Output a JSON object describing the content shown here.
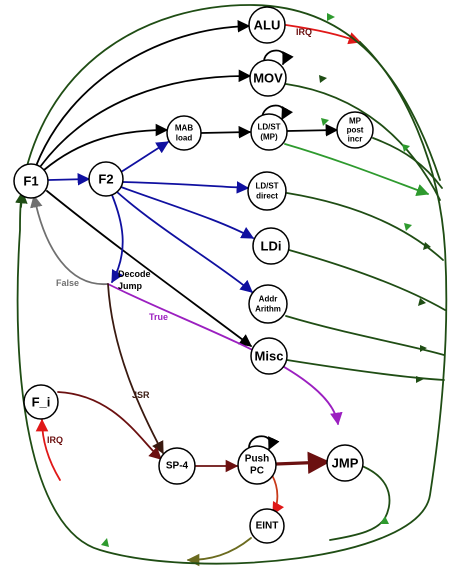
{
  "nodes": [
    {
      "id": "F1",
      "lines": [
        "F1"
      ],
      "size": "large"
    },
    {
      "id": "F2",
      "lines": [
        "F2"
      ],
      "size": "large"
    },
    {
      "id": "ALU",
      "lines": [
        "ALU"
      ],
      "size": "large"
    },
    {
      "id": "MOV",
      "lines": [
        "MOV"
      ],
      "size": "large"
    },
    {
      "id": "MAB",
      "lines": [
        "MAB",
        "load"
      ],
      "size": "small"
    },
    {
      "id": "LDST_MP",
      "lines": [
        "LD/ST",
        "(MP)"
      ],
      "size": "small"
    },
    {
      "id": "MP_POST",
      "lines": [
        "MP",
        "post",
        "incr"
      ],
      "size": "small"
    },
    {
      "id": "LDST_DIRECT",
      "lines": [
        "LD/ST",
        "direct"
      ],
      "size": "small"
    },
    {
      "id": "LDI",
      "lines": [
        "LDi"
      ],
      "size": "large"
    },
    {
      "id": "ADDR",
      "lines": [
        "Addr",
        "Arithm"
      ],
      "size": "small"
    },
    {
      "id": "MISC",
      "lines": [
        "Misc"
      ],
      "size": "large"
    },
    {
      "id": "F_I",
      "lines": [
        "F_i"
      ],
      "size": "large"
    },
    {
      "id": "SP4",
      "lines": [
        "SP-4"
      ],
      "size": "medium"
    },
    {
      "id": "PUSH",
      "lines": [
        "Push",
        "PC"
      ],
      "size": "medium"
    },
    {
      "id": "JMP",
      "lines": [
        "JMP"
      ],
      "size": "large"
    },
    {
      "id": "EINT",
      "lines": [
        "EINT"
      ],
      "size": "medium"
    }
  ],
  "labels": {
    "irq_alu": "IRQ",
    "decode_jump": [
      "Decode",
      "Jump"
    ],
    "false": "False",
    "true": "True",
    "jsr": "JSR",
    "irq_fi": "IRQ"
  },
  "colors": {
    "black": "#000000",
    "blue": "#1010a0",
    "gray": "#707070",
    "dark_green": "#1f4d14",
    "bright_green": "#2e9a2e",
    "red": "#e01818",
    "dark_red": "#6b1010",
    "brown": "#3a1a10",
    "purple": "#9b1fc0",
    "olive": "#6b6b1f"
  }
}
